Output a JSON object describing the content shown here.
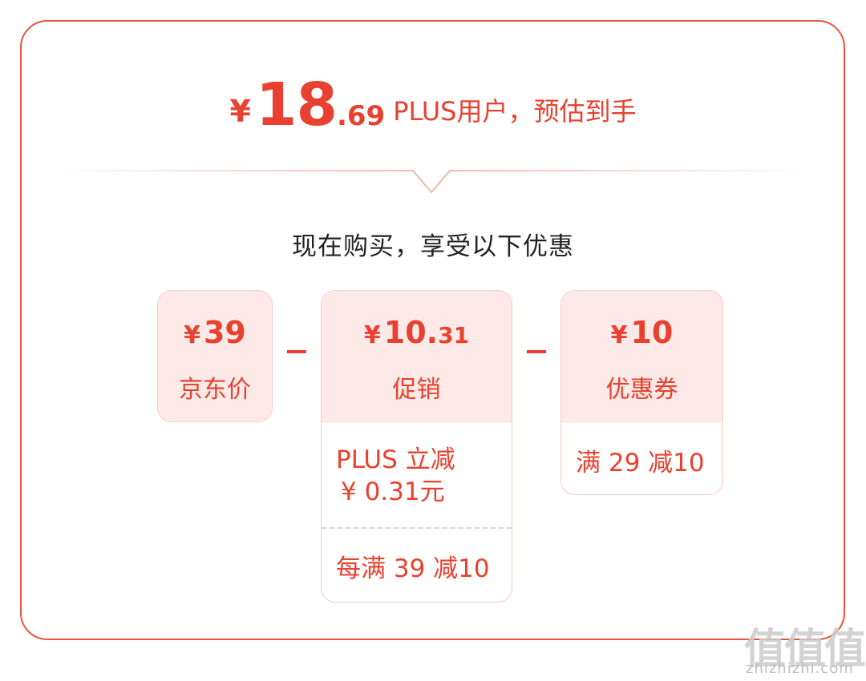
{
  "header": {
    "currency": "¥",
    "price_int": "18",
    "price_dec": ".69",
    "note": "PLUS用户，预估到手"
  },
  "subtitle": "现在购买，享受以下优惠",
  "items": [
    {
      "currency": "¥",
      "amount": "39",
      "amount_small": "",
      "label": "京东价",
      "details": []
    },
    {
      "currency": "¥",
      "amount": "10.",
      "amount_small": "31",
      "label": "促销",
      "details": [
        "PLUS 立减",
        "¥ 0.31元",
        "每满 39 减10"
      ]
    },
    {
      "currency": "¥",
      "amount": "10",
      "amount_small": "",
      "label": "优惠券",
      "details": [
        "满 29 减10"
      ]
    }
  ],
  "operators": [
    "−",
    "−"
  ],
  "watermark": {
    "main": "值值值",
    "sub": "zhizhizhi.com"
  },
  "colors": {
    "accent": "#e8412f",
    "soft_bg": "#fde9e7",
    "border": "#f5cbc5"
  }
}
